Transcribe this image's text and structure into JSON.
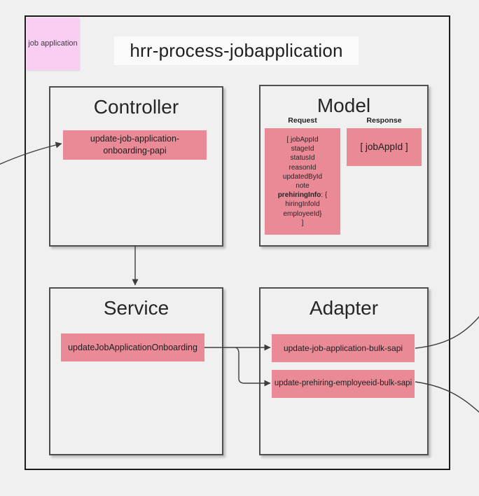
{
  "colors": {
    "background": "#f0f0f0",
    "node_pink": "#ea8a97",
    "sticky_note": "#f9cef2",
    "title_plate": "#fafafa",
    "box_border": "#4f4f4f",
    "connector": "#3d3d3d"
  },
  "sticky_note": {
    "text": "job application"
  },
  "diagram": {
    "title": "hrr-process-jobapplication"
  },
  "sections": {
    "controller": {
      "title": "Controller",
      "endpoint": "update-job-application-onboarding-papi"
    },
    "model": {
      "title": "Model",
      "request_label": "Request",
      "request_lines": [
        "[ jobAppId",
        "stageId",
        "statusId",
        "reasonId",
        "updatedById",
        "note",
        {
          "bold": "prehiringInfo",
          "text": ": {"
        },
        "hiringInfoId",
        "employeeId}",
        "]"
      ],
      "response_label": "Response",
      "response_value": "[ jobAppId ]"
    },
    "service": {
      "title": "Service",
      "endpoint": "updateJobApplicationOnboarding"
    },
    "adapter": {
      "title": "Adapter",
      "endpoints": [
        "update-job-application-bulk-sapi",
        "update-prehiring-employeeid-bulk-sapi"
      ]
    }
  }
}
